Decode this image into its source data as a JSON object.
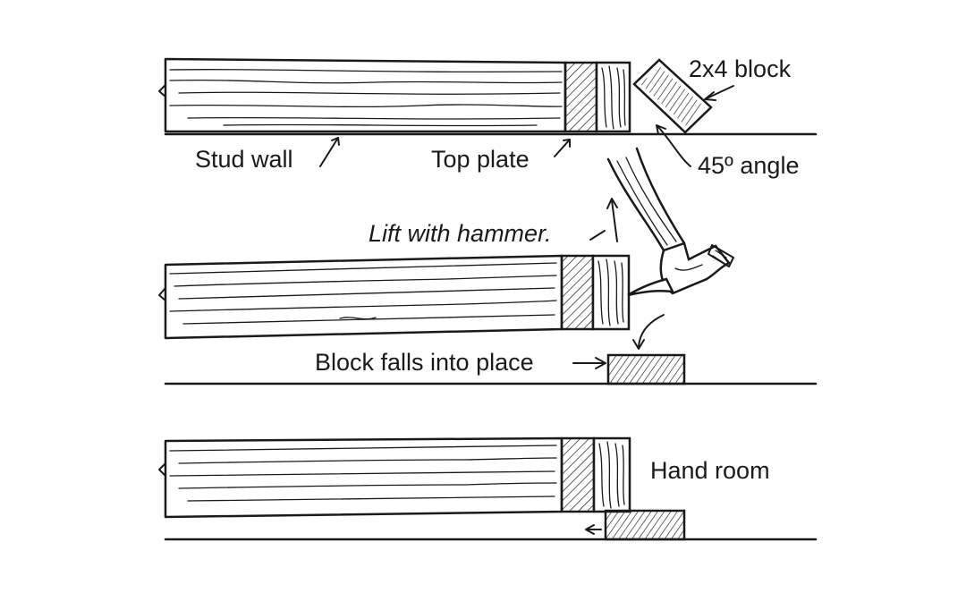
{
  "labels": {
    "block": "2x4 block",
    "stud_wall": "Stud wall",
    "top_plate": "Top plate",
    "angle": "45º angle",
    "lift": "Lift with hammer.",
    "falls": "Block falls into place",
    "hand_room": "Hand room"
  }
}
